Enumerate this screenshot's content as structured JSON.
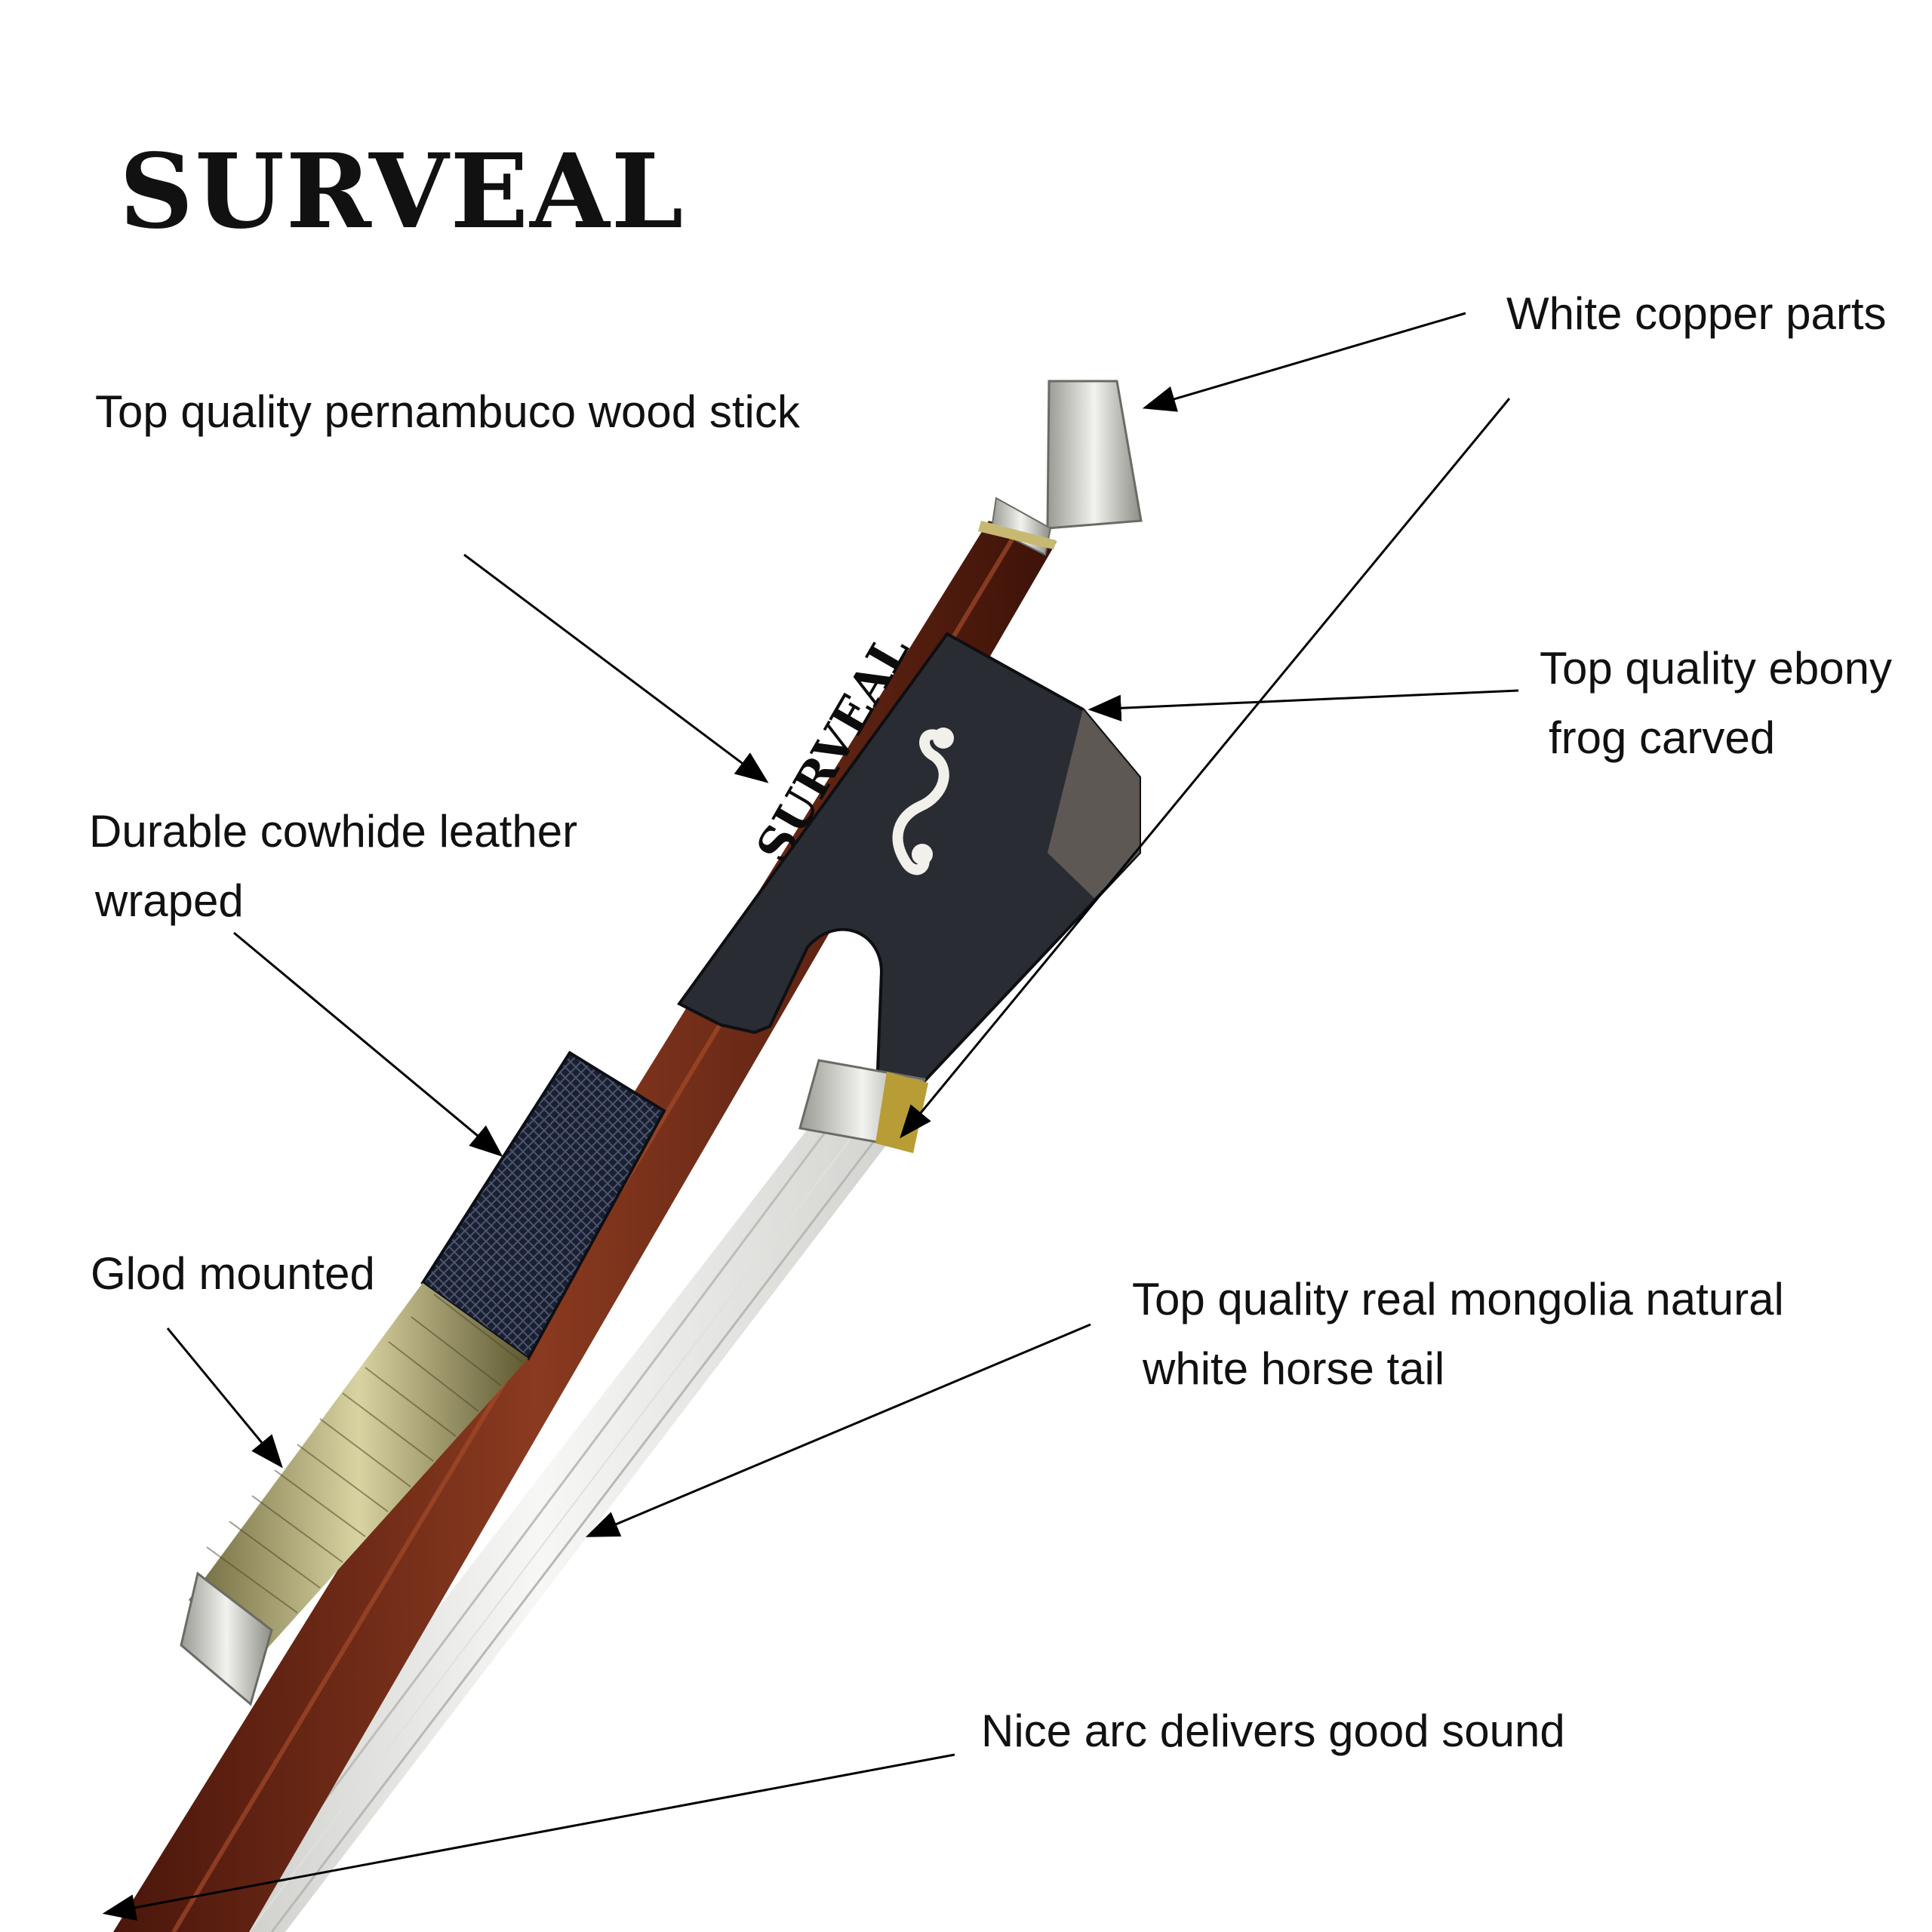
{
  "brand": "SURVEAL",
  "stick_engraving": "SURVEAL",
  "callouts": {
    "stick": [
      "Top quality pernambuco wood stick"
    ],
    "copper": [
      "White copper parts"
    ],
    "frog": [
      "Top quality ebony",
      "frog carved"
    ],
    "leather": [
      "Durable cowhide leather",
      "wraped"
    ],
    "gold": [
      "Glod mounted"
    ],
    "hair": [
      "Top quality real mongolia natural",
      "white horse tail"
    ],
    "arc": [
      "Nice arc delivers good sound"
    ]
  },
  "colors": {
    "background": "#ffffff",
    "text": "#111111",
    "wood": "#6e2a17",
    "ebony": "#2a2c33",
    "hair": "#eeeeec",
    "silver": "#d9d9d4",
    "gold": "#b8a768",
    "leather": "#1c2130"
  }
}
